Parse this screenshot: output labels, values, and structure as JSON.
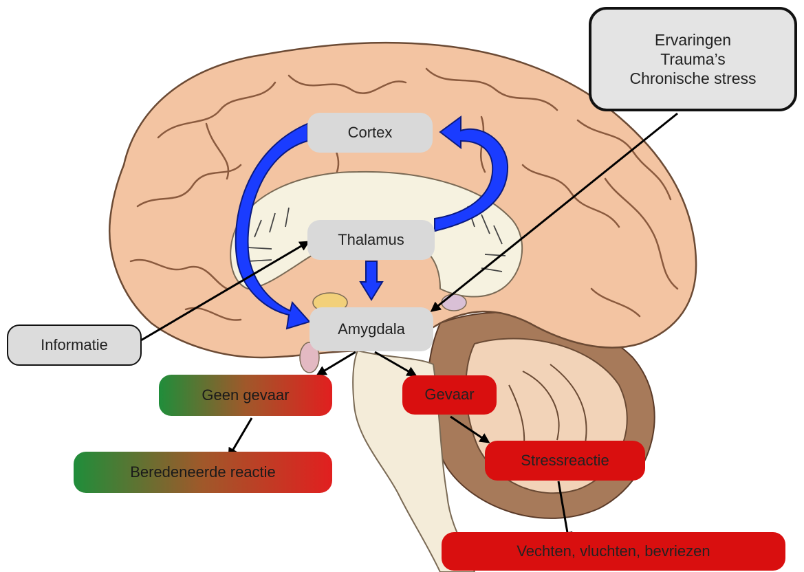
{
  "boxes": {
    "cortex": "Cortex",
    "thalamus": "Thalamus",
    "amygdala": "Amygdala",
    "informatie": "Informatie",
    "experiences": [
      "Ervaringen",
      "Trauma’s",
      "Chronische stress"
    ],
    "geen_gevaar": "Geen gevaar",
    "gevaar": "Gevaar",
    "beredeneerde_reactie": "Beredeneerde reactie",
    "stressreactie": "Stressreactie",
    "vechten": "Vechten, vluchten, bevriezen"
  },
  "colors": {
    "blue_arrow": "#1a3cff",
    "danger_red": "#d90f0f",
    "safe_green": "#1f8d3a",
    "brain_tan": "#f3c4a2"
  },
  "icons": {
    "illustration": "brain-sagittal-section"
  }
}
